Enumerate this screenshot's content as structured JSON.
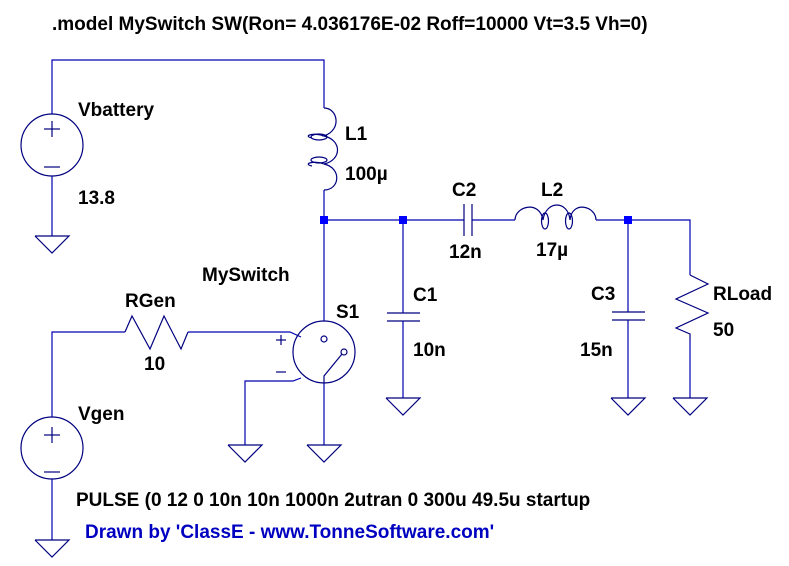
{
  "model_directive": ".model MySwitch SW(Ron= 4.036176E-02 Roff=10000 Vt=3.5 Vh=0)",
  "components": {
    "vbattery": {
      "name": "Vbattery",
      "value": "13.8"
    },
    "l1": {
      "name": "L1",
      "value": "100µ"
    },
    "c2": {
      "name": "C2",
      "value": "12n"
    },
    "l2": {
      "name": "L2",
      "value": "17µ"
    },
    "c1": {
      "name": "C1",
      "value": "10n"
    },
    "c3": {
      "name": "C3",
      "value": "15n"
    },
    "rload": {
      "name": "RLoad",
      "value": "50"
    },
    "s1": {
      "name": "S1",
      "model": "MySwitch"
    },
    "rgen": {
      "name": "RGen",
      "value": "10"
    },
    "vgen": {
      "name": "Vgen",
      "value": "PULSE (0 12 0 10n 10n 1000n 2u"
    }
  },
  "tran_directive": "tran 0 300u 49.5u startup",
  "credit": "Drawn by 'ClassE - www.TonneSoftware.com'",
  "colors": {
    "wire": "#0000b0",
    "node": "#0000ff",
    "credit": "#0000c0"
  }
}
